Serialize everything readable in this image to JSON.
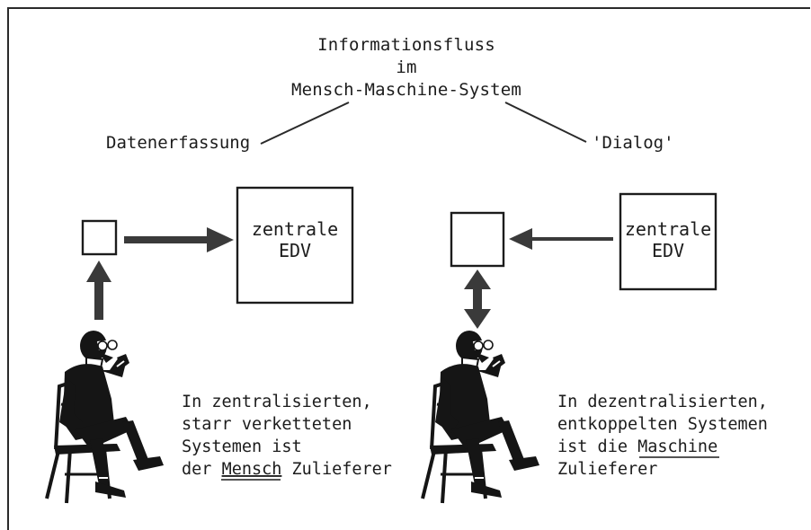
{
  "title": {
    "line1": "Informationsfluss",
    "line2": "im",
    "line3": "Mensch-Maschine-System"
  },
  "branches": {
    "left": "Datenerfassung",
    "right": "'Dialog'"
  },
  "left_panel": {
    "box_line1": "zentrale",
    "box_line2": "EDV",
    "caption_line1": "In zentralisierten,",
    "caption_line2": "starr verketteten",
    "caption_line3": "Systemen ist",
    "caption_line4_pre": "der ",
    "caption_line4_underlined": "Mensch",
    "caption_line4_post": " Zulieferer"
  },
  "right_panel": {
    "box_line1": "zentrale",
    "box_line2": "EDV",
    "caption_line1": "In dezentralisierten,",
    "caption_line2": "entkoppelten Systemen",
    "caption_line3_pre": "ist die ",
    "caption_line3_underlined": "Maschine",
    "caption_line4": "Zulieferer"
  },
  "colors": {
    "ink": "#1c1c1c",
    "arrow": "#3a3a3a",
    "figure": "#151515"
  },
  "icons": [
    "seated-man-icon",
    "arrow-right-icon",
    "arrow-left-icon",
    "arrow-up-icon",
    "double-arrow-icon"
  ]
}
